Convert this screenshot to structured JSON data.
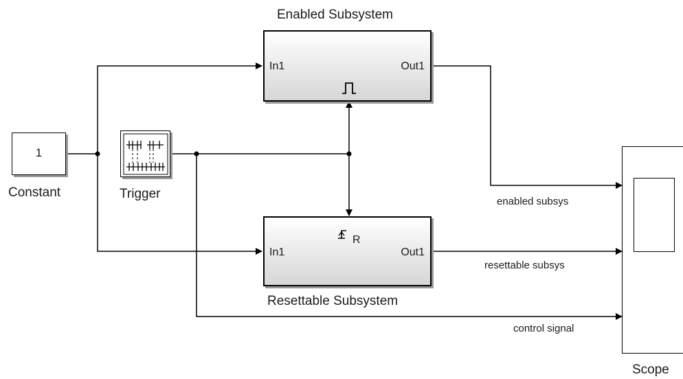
{
  "blocks": {
    "constant": {
      "label": "Constant",
      "value": "1"
    },
    "trigger": {
      "label": "Trigger",
      "icon": "signal-editor-icon"
    },
    "enabled_subsystem": {
      "title": "Enabled Subsystem",
      "in_port": "In1",
      "out_port": "Out1",
      "icon": "enable-pulse-icon"
    },
    "resettable_subsystem": {
      "title": "Resettable Subsystem",
      "in_port": "In1",
      "out_port": "Out1",
      "icon": "reset-edge-icon",
      "reset_mark": "R"
    },
    "scope": {
      "label": "Scope"
    }
  },
  "signals": {
    "enabled": "enabled subsys",
    "resettable": "resettable subsys",
    "control": "control signal"
  },
  "colors": {
    "line": "#000000",
    "block_gradient_top": "#ffffff",
    "block_gradient_bottom": "#d6d6d6",
    "shadow": "#9a9a9a"
  }
}
